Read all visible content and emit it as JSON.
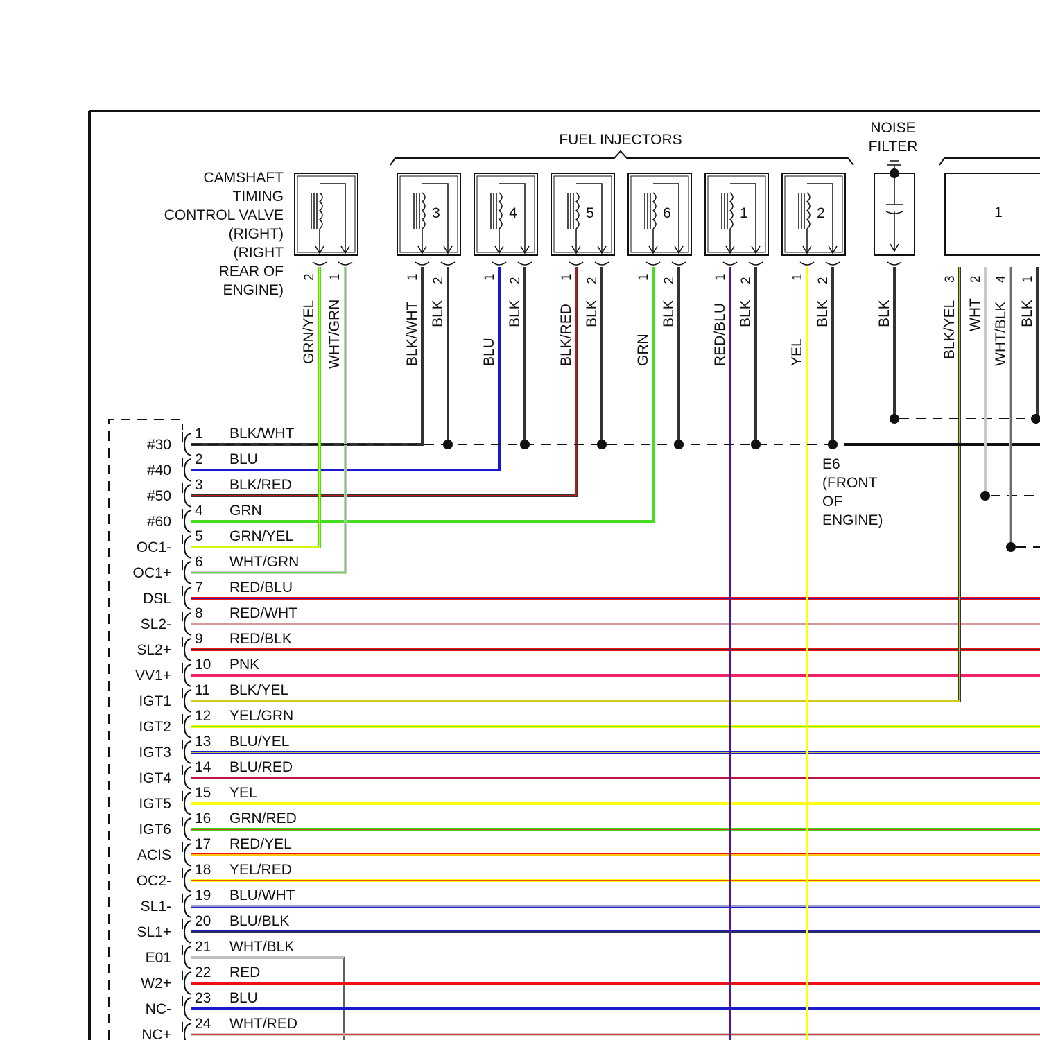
{
  "colors": {
    "BLK": "#333333",
    "BLU": "#1a1acc",
    "RED": "#ee1111",
    "GRN": "#44dd22",
    "YEL": "#ffff11",
    "WHT": "#c8c8c8",
    "PNK": "#ee2266",
    "RED_BLU": "#cc1133"
  },
  "camshaft": {
    "lines": [
      "CAMSHAFT",
      "TIMING",
      "CONTROL VALVE",
      "(RIGHT)",
      "(RIGHT",
      "REAR OF",
      "ENGINE)"
    ],
    "pin_labels": [
      "2",
      "1"
    ],
    "wire_labels": [
      "GRN/YEL",
      "WHT/GRN"
    ]
  },
  "fuel_injectors": {
    "title": "FUEL INJECTORS",
    "units": [
      {
        "num": "3",
        "pins": [
          "1",
          "2"
        ],
        "wires": [
          "BLK/WHT",
          "BLK"
        ]
      },
      {
        "num": "4",
        "pins": [
          "1",
          "2"
        ],
        "wires": [
          "BLU",
          "BLK"
        ]
      },
      {
        "num": "5",
        "pins": [
          "1",
          "2"
        ],
        "wires": [
          "BLK/RED",
          "BLK"
        ]
      },
      {
        "num": "6",
        "pins": [
          "1",
          "2"
        ],
        "wires": [
          "GRN",
          "BLK"
        ]
      },
      {
        "num": "1",
        "pins": [
          "1",
          "2"
        ],
        "wires": [
          "RED/BLU",
          "BLK"
        ]
      },
      {
        "num": "2",
        "pins": [
          "1",
          "2"
        ],
        "wires": [
          "YEL",
          "BLK"
        ]
      }
    ]
  },
  "noise_filter": {
    "lines": [
      "NOISE",
      "FILTER"
    ],
    "wire": "BLK"
  },
  "right_component": {
    "num": "1",
    "pins": [
      "3",
      "2",
      "4",
      "1"
    ],
    "wires": [
      "BLK/YEL",
      "WHT",
      "WHT/BLK",
      "BLK"
    ]
  },
  "ground": {
    "lines": [
      "E6",
      "(FRONT",
      "OF",
      "ENGINE)"
    ]
  },
  "ecm_pins": [
    {
      "n": "1",
      "name": "#30",
      "wire": "BLK/WHT"
    },
    {
      "n": "2",
      "name": "#40",
      "wire": "BLU"
    },
    {
      "n": "3",
      "name": "#50",
      "wire": "BLK/RED"
    },
    {
      "n": "4",
      "name": "#60",
      "wire": "GRN"
    },
    {
      "n": "5",
      "name": "OC1-",
      "wire": "GRN/YEL"
    },
    {
      "n": "6",
      "name": "OC1+",
      "wire": "WHT/GRN"
    },
    {
      "n": "7",
      "name": "DSL",
      "wire": "RED/BLU"
    },
    {
      "n": "8",
      "name": "SL2-",
      "wire": "RED/WHT"
    },
    {
      "n": "9",
      "name": "SL2+",
      "wire": "RED/BLK"
    },
    {
      "n": "10",
      "name": "VV1+",
      "wire": "PNK"
    },
    {
      "n": "11",
      "name": "IGT1",
      "wire": "BLK/YEL"
    },
    {
      "n": "12",
      "name": "IGT2",
      "wire": "YEL/GRN"
    },
    {
      "n": "13",
      "name": "IGT3",
      "wire": "BLU/YEL"
    },
    {
      "n": "14",
      "name": "IGT4",
      "wire": "BLU/RED"
    },
    {
      "n": "15",
      "name": "IGT5",
      "wire": "YEL"
    },
    {
      "n": "16",
      "name": "IGT6",
      "wire": "GRN/RED"
    },
    {
      "n": "17",
      "name": "ACIS",
      "wire": "RED/YEL"
    },
    {
      "n": "18",
      "name": "OC2-",
      "wire": "YEL/RED"
    },
    {
      "n": "19",
      "name": "SL1-",
      "wire": "BLU/WHT"
    },
    {
      "n": "20",
      "name": "SL1+",
      "wire": "BLU/BLK"
    },
    {
      "n": "21",
      "name": "E01",
      "wire": "WHT/BLK"
    },
    {
      "n": "22",
      "name": "W2+",
      "wire": "RED"
    },
    {
      "n": "23",
      "name": "NC-",
      "wire": "BLU"
    },
    {
      "n": "24",
      "name": "NC+",
      "wire": "WHT/RED"
    }
  ]
}
